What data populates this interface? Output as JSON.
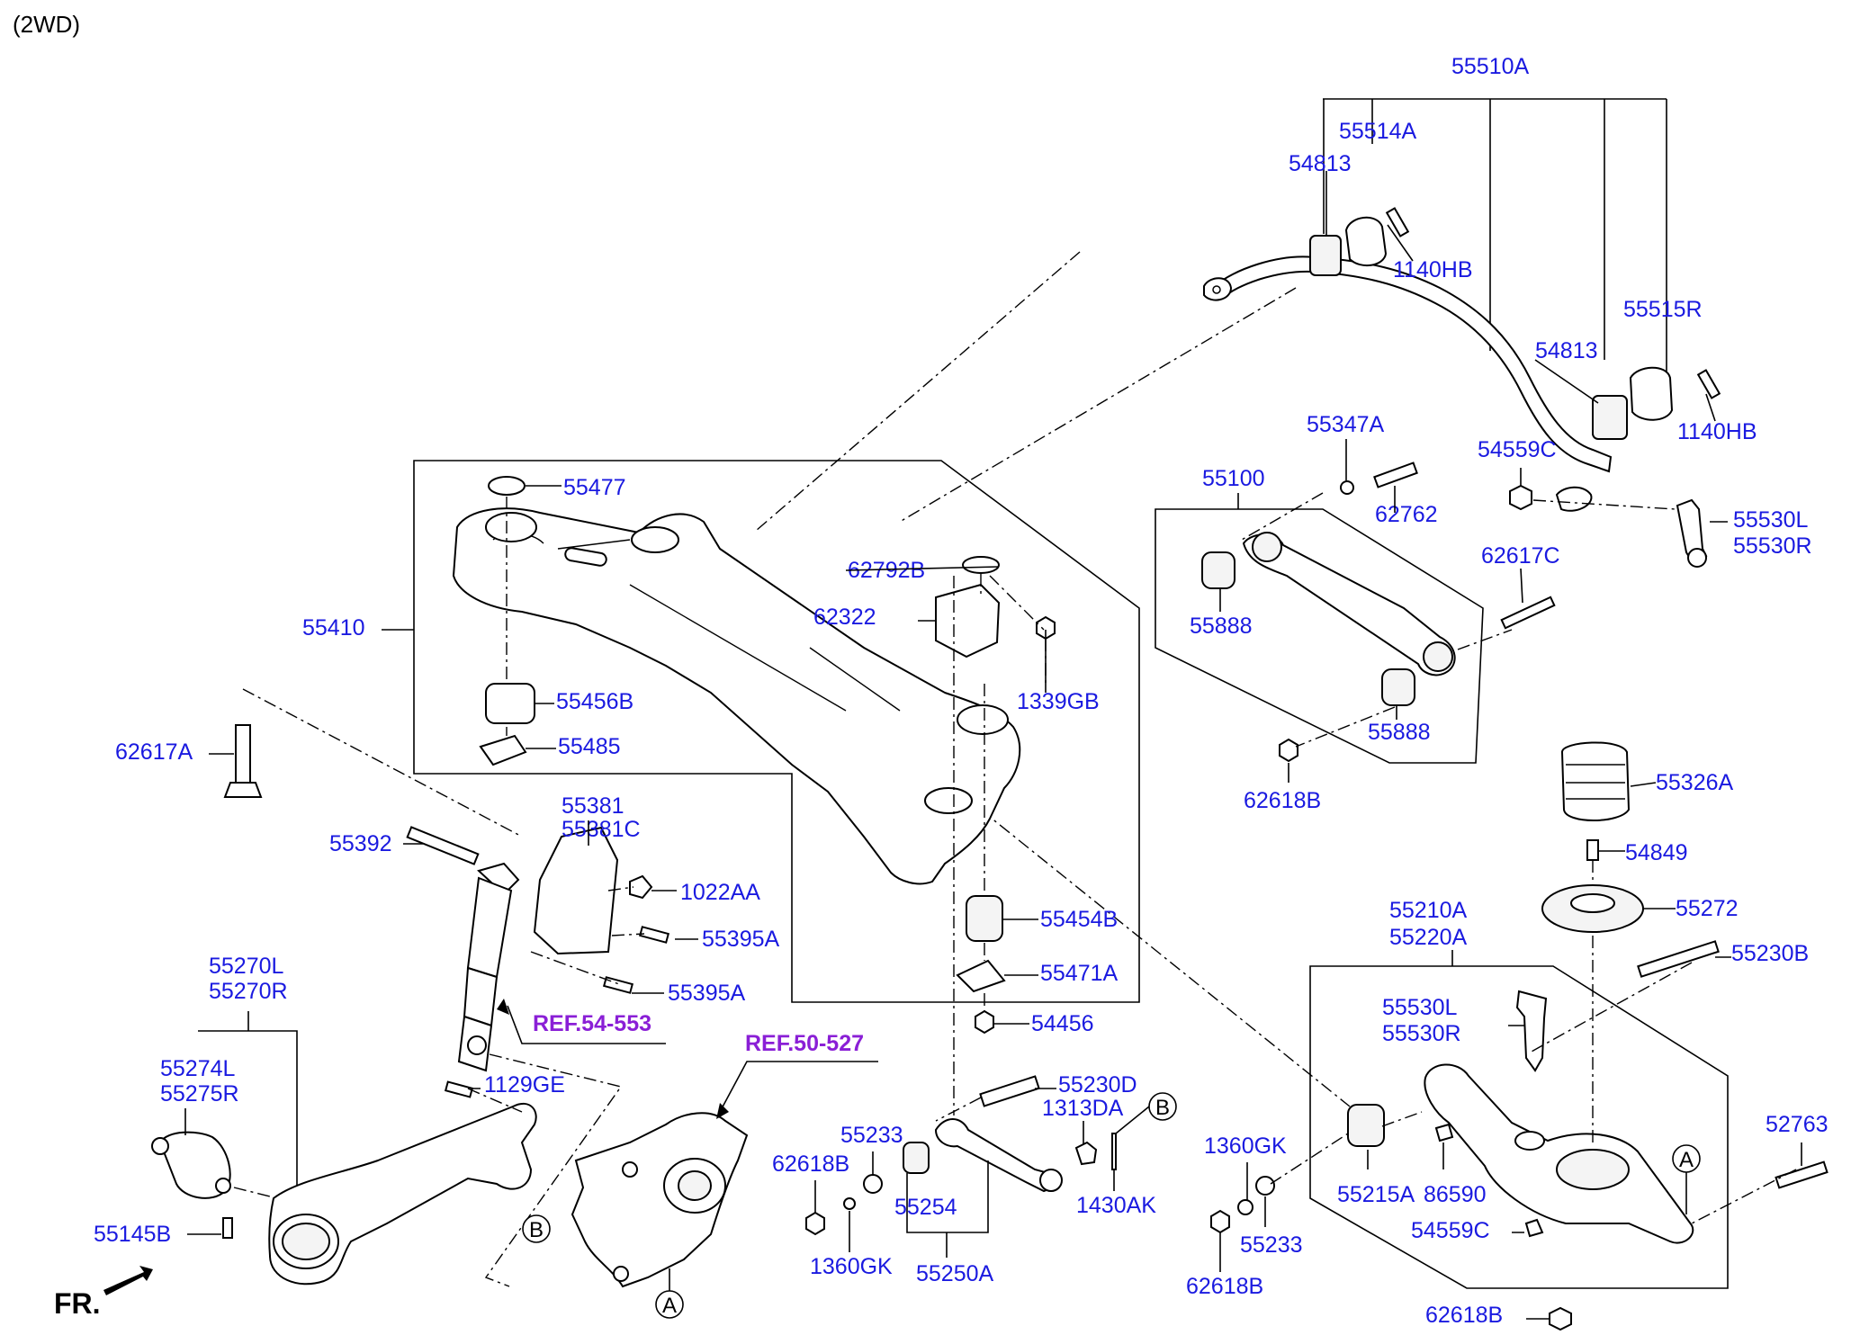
{
  "header": {
    "drive_type": "(2WD)"
  },
  "footer": {
    "front_label": "FR."
  },
  "refs": {
    "shock": "REF.54-553",
    "knuckle": "REF.50-527"
  },
  "markers": {
    "a": "A",
    "b": "B"
  },
  "colors": {
    "part_number": "#1a1ae0",
    "reference": "#8a1fd6",
    "line": "#000000"
  },
  "parts": {
    "p55510A": "55510A",
    "p55514A": "55514A",
    "p54813": "54813",
    "p1140HB": "1140HB",
    "p55515R": "55515R",
    "p54559C": "54559C",
    "p55530L": "55530L",
    "p55530R": "55530R",
    "p55347A": "55347A",
    "p55100": "55100",
    "p62762": "62762",
    "p62617C": "62617C",
    "p55888": "55888",
    "p62618B": "62618B",
    "p55326A": "55326A",
    "p54849": "54849",
    "p55272": "55272",
    "p55210A": "55210A",
    "p55220A": "55220A",
    "p55230B": "55230B",
    "p52763": "52763",
    "p55215A": "55215A",
    "p86590": "86590",
    "p1360GK": "1360GK",
    "p55233": "55233",
    "p55477": "55477",
    "p62792B": "62792B",
    "p62322": "62322",
    "p1339GB": "1339GB",
    "p55410": "55410",
    "p55456B": "55456B",
    "p55485": "55485",
    "p62617A": "62617A",
    "p55381": "55381",
    "p55381C": "55381C",
    "p1022AA": "1022AA",
    "p55392": "55392",
    "p55395A": "55395A",
    "p55454B": "55454B",
    "p55471A": "55471A",
    "p54456": "54456",
    "p55270L": "55270L",
    "p55270R": "55270R",
    "p55274L": "55274L",
    "p55275R": "55275R",
    "p1129GE": "1129GE",
    "p55145B": "55145B",
    "p55230D": "55230D",
    "p1313DA": "1313DA",
    "p1430AK": "1430AK",
    "p55254": "55254",
    "p55250A": "55250A"
  }
}
